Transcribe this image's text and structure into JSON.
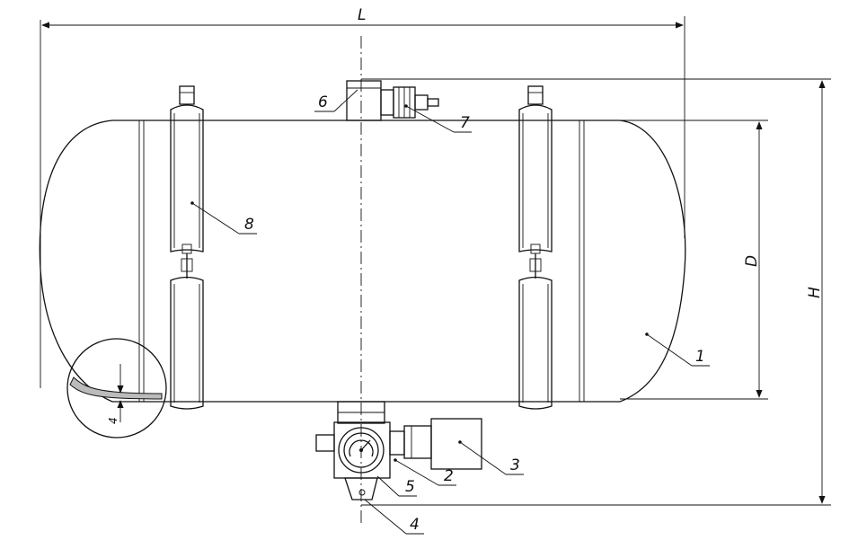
{
  "dimensions": {
    "length": "L",
    "height": "H",
    "diameter": "D",
    "wall_thickness": "4"
  },
  "callouts": [
    {
      "id": "c1",
      "label": "1"
    },
    {
      "id": "c2",
      "label": "2"
    },
    {
      "id": "c3",
      "label": "3"
    },
    {
      "id": "c4",
      "label": "4"
    },
    {
      "id": "c5",
      "label": "5"
    },
    {
      "id": "c6",
      "label": "6"
    },
    {
      "id": "c7",
      "label": "7"
    },
    {
      "id": "c8",
      "label": "8"
    }
  ],
  "colors": {
    "line": "#111111",
    "background": "#ffffff"
  }
}
